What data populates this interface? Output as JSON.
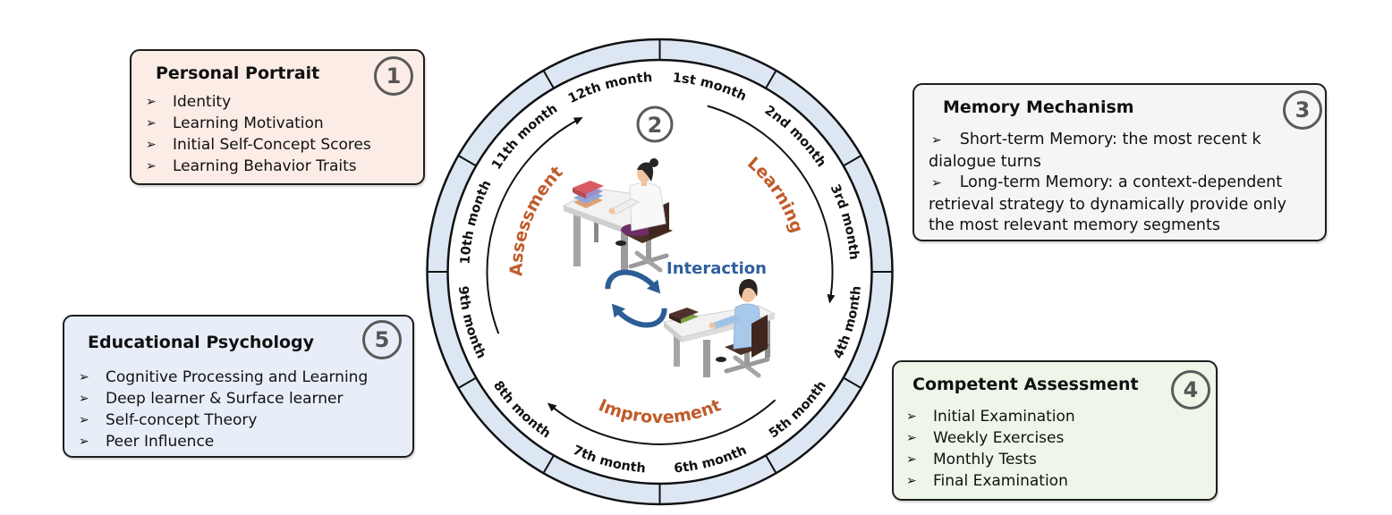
{
  "bullet_icon": "➢",
  "personal_portrait": {
    "number": "1",
    "title": "Personal Portrait",
    "items": [
      "Identity",
      "Learning Motivation",
      "Initial Self-Concept Scores",
      "Learning Behavior Traits"
    ]
  },
  "cycle": {
    "number": "2",
    "months": [
      "1st month",
      "2nd month",
      "3rd month",
      "4th month",
      "5th month",
      "6th month",
      "7th month",
      "8th month",
      "9th month",
      "10th month",
      "11th month",
      "12th month"
    ],
    "phases": {
      "learning": "Learning",
      "improvement": "Improvement",
      "assessment": "Assessment"
    },
    "interaction_label": "Interaction"
  },
  "memory_mechanism": {
    "number": "3",
    "title": "Memory Mechanism",
    "items": [
      "Short-term Memory: the most recent k dialogue turns",
      "Long-term Memory: a context-dependent retrieval strategy to dynamically provide only the most relevant memory segments"
    ]
  },
  "competent_assessment": {
    "number": "4",
    "title": "Competent Assessment",
    "items": [
      "Initial Examination",
      "Weekly Exercises",
      "Monthly Tests",
      "Final Examination"
    ]
  },
  "educational_psychology": {
    "number": "5",
    "title": "Educational Psychology",
    "items": [
      "Cognitive Processing and Learning",
      "Deep learner & Surface learner",
      "Self-concept Theory",
      "Peer Influence"
    ]
  },
  "colors": {
    "portrait_fill": "#fbece6",
    "memory_fill": "#f5f5f5",
    "assessment_fill": "#edf6e8",
    "psychology_fill": "#e8eef8",
    "ring_fill": "#dde7f4",
    "phase_label": "#c05b2a",
    "interaction_label": "#2f5f9d",
    "interaction_arrows": "#2c5d96",
    "number_badge": "#5a5a5a"
  }
}
